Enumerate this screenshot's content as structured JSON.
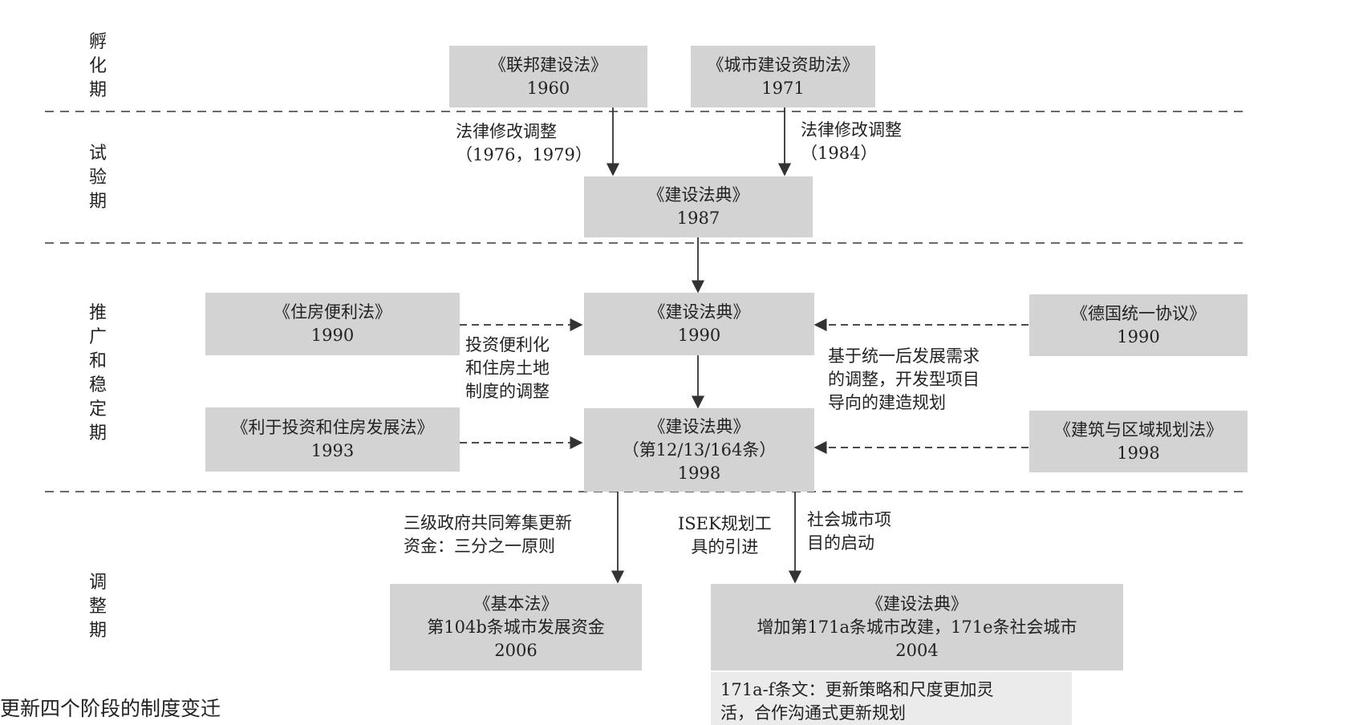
{
  "caption": "更新四个阶段的制度变迁",
  "colors": {
    "box_fill": "#d3d3d3",
    "note_fill": "#ebebeb",
    "line": "#333333",
    "text": "#222222"
  },
  "phases": [
    {
      "id": "incubation",
      "label": "孵\n化\n期"
    },
    {
      "id": "trial",
      "label": "试\n验\n期"
    },
    {
      "id": "promotion",
      "label": "推\n广\n和\n稳\n定\n期"
    },
    {
      "id": "adjustment",
      "label": "调\n整\n期"
    }
  ],
  "boxes": {
    "federal_building_law": {
      "line1": "《联邦建设法》",
      "line2": "1960"
    },
    "urban_promotion_law": {
      "line1": "《城市建设资助法》",
      "line2": "1971"
    },
    "code_1987": {
      "line1": "《建设法典》",
      "line2": "1987"
    },
    "housing_facilitation_law": {
      "line1": "《住房便利法》",
      "line2": "1990"
    },
    "code_1990": {
      "line1": "《建设法典》",
      "line2": "1990"
    },
    "unification_treaty": {
      "line1": "《德国统一协议》",
      "line2": "1990"
    },
    "investment_housing_law": {
      "line1": "《利于投资和住房发展法》",
      "line2": "1993"
    },
    "code_1998": {
      "line1": "《建设法典》",
      "line2": "（第12/13/164条）",
      "line3": "1998"
    },
    "building_regional_planning_law": {
      "line1": "《建筑与区域规划法》",
      "line2": "1998"
    },
    "basic_law_2006": {
      "line1": "《基本法》",
      "line2": "第104b条城市发展资金",
      "line3": "2006"
    },
    "code_2004": {
      "line1": "《建设法典》",
      "line2": "增加第171a条城市改建，171e条社会城市",
      "line3": "2004"
    }
  },
  "note_box": "171a-f条文：更新策略和尺度更加灵\n活，合作沟通式更新规划",
  "labels": {
    "amend_1976_1979": "法律修改调整\n（1976，1979）",
    "amend_1984": "法律修改调整\n（1984）",
    "investment_facilitation": "投资便利化\n和住房土地\n制度的调整",
    "unification_adjustment": "基于统一后发展需求\n的调整，开发型项目\n导向的建造规划",
    "three_level_funding": "三级政府共同筹集更新\n资金：三分之一原则",
    "isek_tool": "ISEK规划工\n具的引进",
    "social_city_launch": "社会城市项\n目的启动"
  }
}
